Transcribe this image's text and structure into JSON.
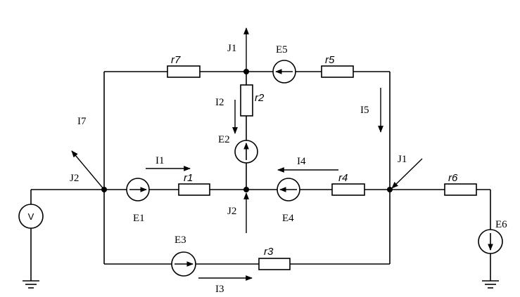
{
  "resistors": {
    "r1": "r1",
    "r2": "r2",
    "r3": "r3",
    "r4": "r4",
    "r5": "r5",
    "r6": "r6",
    "r7": "r7"
  },
  "sources": {
    "E1": "E1",
    "E2": "E2",
    "E3": "E3",
    "E4": "E4",
    "E5": "E5",
    "E6": "E6"
  },
  "currents": {
    "I1": "I1",
    "I2": "I2",
    "I3": "I3",
    "I4": "I4",
    "I5": "I5",
    "I7": "I7"
  },
  "injections": {
    "J1_top": "J1",
    "J1_right": "J1",
    "J2_left": "J2",
    "J2_bottom": "J2"
  },
  "voltmeter": {
    "symbol": "V"
  }
}
